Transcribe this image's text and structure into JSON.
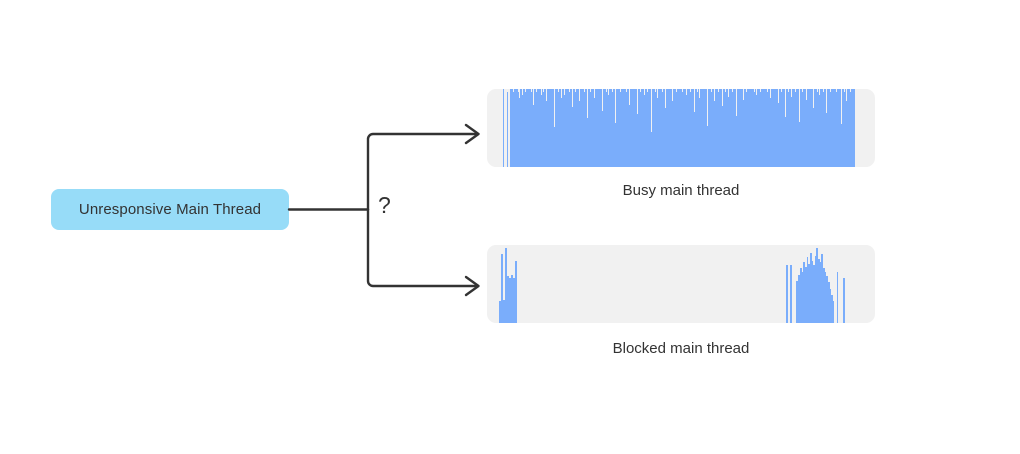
{
  "diagram": {
    "source_node": {
      "label": "Unresponsive Main Thread"
    },
    "branch_marker": "?"
  },
  "colors": {
    "node_fill": "#97dcf8",
    "bar_fill": "#7aadfb",
    "panel_bg": "#f1f1f1",
    "stroke": "#333333",
    "text": "#333333",
    "background": "#ffffff"
  },
  "charts": [
    {
      "id": "busy",
      "caption": "Busy main thread"
    },
    {
      "id": "blocked",
      "caption": "Blocked main thread"
    }
  ],
  "chart_data": [
    {
      "type": "bar",
      "title": "Busy main thread",
      "xlabel": "",
      "ylabel": "",
      "ylim": [
        0,
        100
      ],
      "grid": false,
      "legend": null,
      "description": "Dense CPU activity across the whole timeline, near-full height with narrow dips to zero.",
      "values": [
        0,
        0,
        0,
        0,
        0,
        0,
        100,
        0,
        0,
        0,
        0,
        96,
        0,
        0,
        100,
        100,
        100,
        96,
        100,
        93,
        100,
        100,
        100,
        96,
        88,
        100,
        100,
        92,
        100,
        100,
        96,
        100,
        73,
        100,
        100,
        100,
        100,
        96,
        100,
        80,
        100,
        100,
        96,
        100,
        100,
        100,
        100,
        100,
        92,
        100,
        96,
        100,
        100,
        84,
        100,
        100,
        100,
        100,
        96,
        100,
        100,
        100,
        51,
        100,
        100,
        100,
        96,
        100,
        100,
        88,
        100,
        100,
        100,
        92,
        100,
        100,
        100,
        100,
        96,
        100,
        100,
        77,
        100,
        100,
        100,
        96,
        100,
        100,
        100,
        84,
        100,
        100,
        100,
        100,
        96,
        100,
        100,
        100,
        63,
        100,
        100,
        96,
        100,
        100,
        100,
        88,
        100,
        100,
        100,
        96,
        100,
        100,
        100,
        100,
        72,
        100,
        100,
        100,
        96,
        100,
        92,
        100,
        100,
        100,
        100,
        96,
        100,
        100,
        57,
        100,
        100,
        100,
        100,
        96,
        100,
        88,
        100,
        100,
        100,
        100,
        96,
        100,
        100,
        80,
        100,
        100,
        100,
        96,
        100,
        100,
        100,
        100,
        68,
        100,
        100,
        96,
        100,
        100,
        100,
        92,
        100,
        100,
        100,
        96,
        100,
        100,
        100,
        45,
        100,
        100,
        100,
        96,
        100,
        100,
        88,
        100,
        100,
        100,
        100,
        96,
        100,
        100,
        76,
        100,
        100,
        100,
        96,
        100,
        100,
        100,
        84,
        100,
        100,
        100,
        96,
        100,
        100,
        100,
        60,
        100,
        100,
        96,
        100,
        100,
        100,
        92,
        100,
        100,
        100,
        96,
        100,
        100,
        100,
        100,
        70,
        100,
        100,
        96,
        100,
        88,
        100,
        100,
        100,
        100,
        96,
        100,
        100,
        100,
        53,
        100,
        100,
        100,
        96,
        100,
        100,
        84,
        100,
        100,
        100,
        100,
        96,
        100,
        100,
        100,
        78,
        100,
        100,
        96,
        100,
        100,
        100,
        90,
        100,
        100,
        100,
        96,
        100,
        100,
        100,
        66,
        100,
        100,
        100,
        96,
        100,
        100,
        100,
        86,
        100,
        100,
        96,
        100,
        100,
        100,
        100,
        74,
        100,
        100,
        100,
        96,
        100,
        92,
        100,
        100,
        100,
        96,
        100,
        100,
        100,
        48,
        100,
        100,
        100,
        96,
        100,
        100,
        88,
        100,
        100,
        100,
        96,
        100,
        100,
        100,
        100,
        82,
        100,
        100,
        96,
        100,
        100,
        100,
        64,
        100,
        100,
        100,
        96,
        100,
        100,
        90,
        100,
        100,
        100,
        96,
        100,
        100,
        100,
        100,
        58,
        100,
        100,
        96,
        100,
        100,
        100,
        86,
        100,
        100,
        100,
        96,
        100,
        100,
        100,
        76,
        100,
        100,
        100,
        96,
        100,
        92,
        100,
        100,
        100,
        100,
        96,
        100,
        100,
        69,
        100,
        100,
        100,
        96,
        100,
        100,
        88,
        100,
        100,
        100,
        96,
        100,
        100,
        100,
        100,
        55,
        100,
        100,
        96,
        100,
        100,
        84,
        100,
        100,
        100,
        96,
        100,
        100,
        100,
        100,
        0,
        0,
        0,
        0,
        0,
        0,
        0,
        0
      ]
    },
    {
      "type": "bar",
      "title": "Blocked main thread",
      "xlabel": "",
      "ylabel": "",
      "ylim": [
        0,
        100
      ],
      "grid": false,
      "legend": null,
      "description": "Activity only in a burst at the start and a cluster near the end, with a long idle gap between.",
      "values": [
        0,
        0,
        0,
        28,
        28,
        88,
        88,
        30,
        30,
        30,
        96,
        96,
        60,
        60,
        60,
        58,
        58,
        62,
        62,
        58,
        58,
        58,
        80,
        80,
        0,
        0,
        0,
        0,
        0,
        0,
        0,
        0,
        0,
        0,
        0,
        0,
        0,
        0,
        0,
        0,
        0,
        0,
        0,
        0,
        0,
        0,
        0,
        0,
        0,
        0,
        0,
        0,
        0,
        0,
        0,
        0,
        0,
        0,
        0,
        0,
        0,
        0,
        0,
        0,
        0,
        0,
        0,
        0,
        0,
        0,
        0,
        0,
        0,
        0,
        0,
        0,
        0,
        0,
        0,
        0,
        0,
        0,
        0,
        0,
        0,
        0,
        0,
        0,
        0,
        0,
        0,
        0,
        0,
        0,
        0,
        0,
        0,
        0,
        0,
        0,
        0,
        0,
        0,
        0,
        0,
        0,
        0,
        0,
        0,
        0,
        0,
        0,
        0,
        0,
        0,
        0,
        0,
        0,
        0,
        0,
        0,
        0,
        0,
        0,
        0,
        0,
        0,
        0,
        0,
        0,
        0,
        0,
        0,
        0,
        0,
        0,
        0,
        0,
        0,
        0,
        0,
        0,
        0,
        0,
        0,
        0,
        0,
        0,
        0,
        0,
        0,
        0,
        0,
        0,
        0,
        0,
        0,
        0,
        0,
        0,
        0,
        0,
        0,
        0,
        0,
        0,
        0,
        0,
        0,
        0,
        0,
        0,
        0,
        0,
        0,
        0,
        0,
        0,
        0,
        0,
        0,
        0,
        0,
        0,
        0,
        0,
        0,
        0,
        0,
        0,
        0,
        0,
        0,
        0,
        0,
        0,
        0,
        0,
        0,
        0,
        0,
        0,
        0,
        0,
        0,
        0,
        0,
        0,
        0,
        0,
        0,
        0,
        0,
        0,
        0,
        0,
        0,
        0,
        0,
        0,
        0,
        0,
        0,
        0,
        0,
        0,
        0,
        0,
        0,
        0,
        0,
        0,
        0,
        0,
        0,
        0,
        0,
        0,
        0,
        0,
        0,
        0,
        0,
        0,
        0,
        0,
        0,
        0,
        0,
        0,
        0,
        0,
        0,
        0,
        0,
        0,
        0,
        0,
        0,
        0,
        0,
        0,
        0,
        0,
        0,
        0,
        0,
        0,
        0,
        0,
        0,
        0,
        0,
        0,
        0,
        0,
        0,
        0,
        0,
        0,
        0,
        0,
        0,
        0,
        0,
        0,
        0,
        0,
        0,
        0,
        0,
        0,
        0,
        0,
        0,
        0,
        0,
        0,
        0,
        0,
        0,
        0,
        0,
        0,
        0,
        0,
        0,
        0,
        0,
        0,
        0,
        0,
        0,
        0,
        0,
        0,
        0,
        0,
        0,
        0,
        0,
        0,
        0,
        0,
        0,
        0,
        0,
        0,
        0,
        0,
        0,
        0,
        0,
        0,
        0,
        0,
        0,
        0,
        0,
        0,
        0,
        0,
        0,
        0,
        0,
        0,
        0,
        0,
        0,
        0,
        0,
        0,
        0,
        0,
        0,
        0,
        74,
        74,
        0,
        0,
        0,
        74,
        74,
        0,
        0,
        0,
        0,
        0,
        54,
        54,
        54,
        62,
        62,
        70,
        70,
        66,
        66,
        78,
        78,
        72,
        72,
        84,
        84,
        76,
        76,
        90,
        90,
        80,
        80,
        74,
        74,
        86,
        86,
        96,
        96,
        82,
        82,
        78,
        78,
        88,
        88,
        70,
        70,
        66,
        66,
        60,
        60,
        52,
        52,
        44,
        44,
        36,
        36,
        28,
        28,
        0,
        0,
        0,
        66,
        66,
        0,
        0,
        0,
        0,
        0,
        0,
        58,
        58,
        0,
        0,
        0,
        0,
        0,
        0,
        0,
        0,
        0,
        0,
        0,
        0,
        0,
        0,
        0,
        0,
        0,
        0,
        0,
        0,
        0,
        0,
        0,
        0,
        0,
        0
      ]
    }
  ]
}
